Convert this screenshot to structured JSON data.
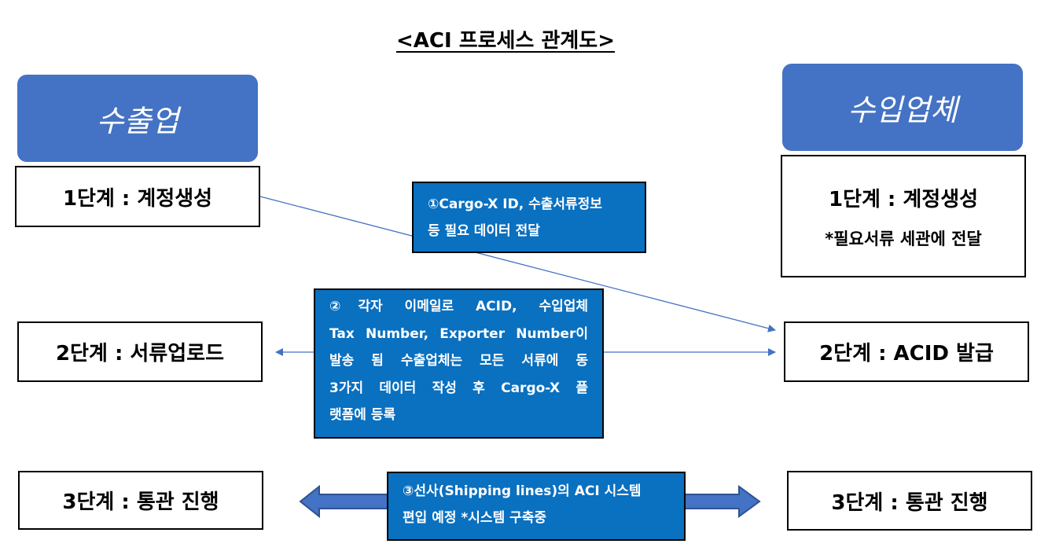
{
  "title": "<ACI 프로세스 관계도>",
  "left": {
    "header": "수출업",
    "steps": [
      "1단계 : 계정생성",
      "2단계 : 서류업로드",
      "3단계 : 통관 진행"
    ]
  },
  "right": {
    "header": "수입업체",
    "step1_title": "1단계 : 계정생성",
    "step1_note": "*필요서류 세관에 전달",
    "step2": "2단계 : ACID 발급",
    "step3": "3단계 : 통관 진행"
  },
  "notes": {
    "note1": [
      "①Cargo-X ID, 수출서류정보",
      "등 필요 데이터 전달"
    ],
    "note2": [
      "②각자 이메일로 ACID, 수입업체",
      "Tax Number, Exporter Number이",
      "발송 됨 수출업체는 모든 서류에 동",
      "3가지 데이터 작성 후 Cargo-X 플",
      "랫폼에 등록"
    ],
    "note3": [
      "③선사(Shipping lines)의 ACI 시스템",
      "편입 예정 *시스템 구축중"
    ]
  },
  "colors": {
    "header_fill": "#4472c4",
    "note_fill": "#0a70c0",
    "connector": "#4472c4",
    "arrow_fill": "#4472c4",
    "arrow_stroke": "#2f528f"
  }
}
